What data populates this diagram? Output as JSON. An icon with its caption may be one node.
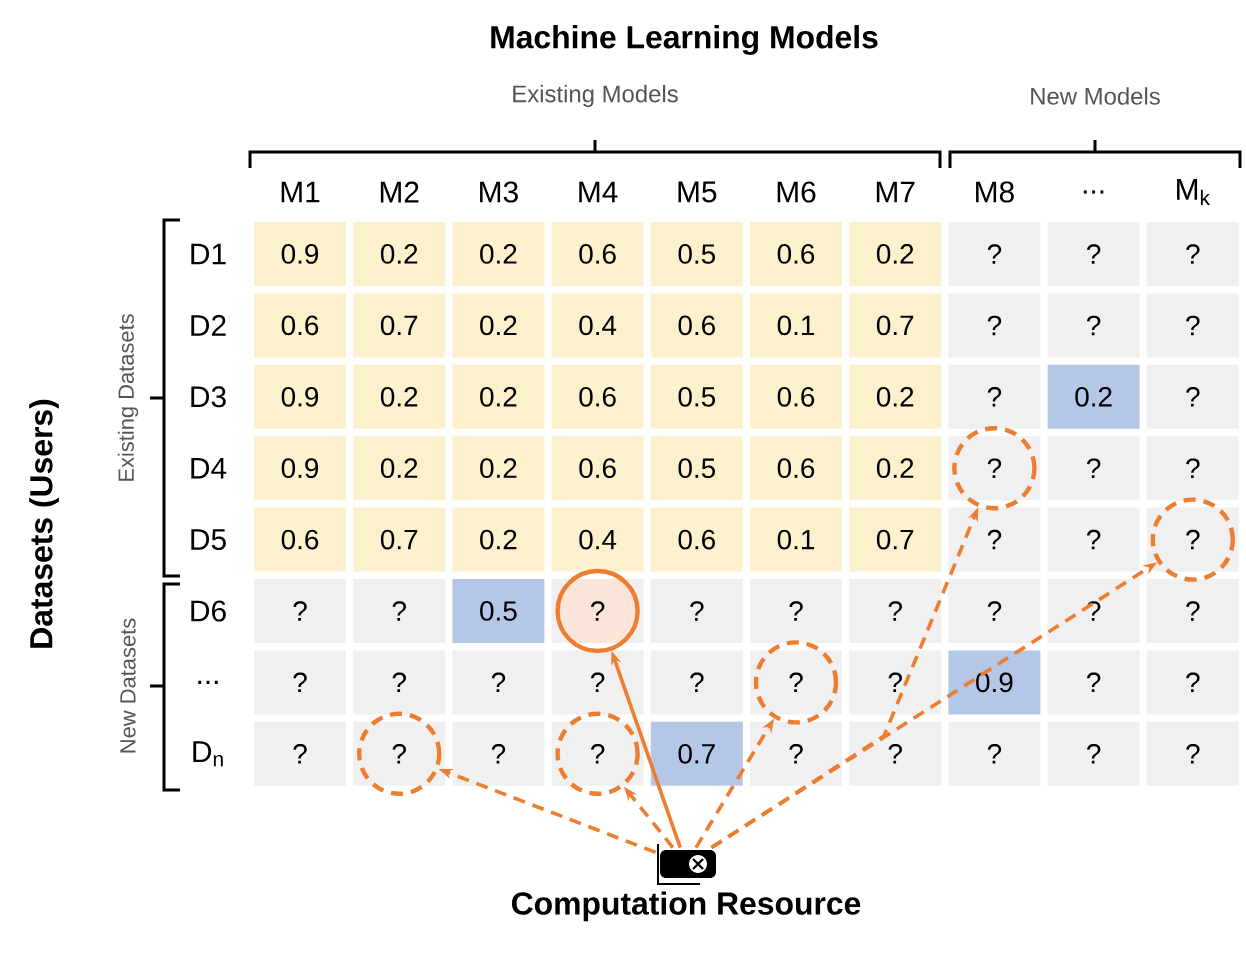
{
  "diagram": {
    "title": "Machine Learning Models",
    "nodes": [
      {
        "text": [],
        "shape": "circle"
      },
      {
        "text": [],
        "shape": "circle"
      },
      {
        "text": [],
        "shape": "circle"
      },
      {
        "text": [],
        "shape": "circle"
      },
      {
        "text": [],
        "shape": "circle"
      },
      {
        "text": [],
        "shape": "circle"
      },
      {
        "text": [
          "Computation Resource"
        ]
      }
    ],
    "edges": [
      {
        "from": 6,
        "to": 2,
        "arrow": "to"
      },
      {
        "from": 6,
        "to": 0,
        "arrow": "to",
        "style": "dashed"
      },
      {
        "from": 6,
        "to": 1,
        "arrow": "to",
        "style": "dashed"
      },
      {
        "from": 6,
        "to": 3,
        "arrow": "to",
        "style": "dashed"
      },
      {
        "from": 6,
        "to": 4,
        "arrow": "to",
        "style": "dashed"
      },
      {
        "from": 6,
        "to": 5,
        "arrow": "to",
        "style": "dashed"
      }
    ],
    "labels": [
      "Existing Models",
      "New Models",
      "M1",
      "M2",
      "M3",
      "M4",
      "M5",
      "M6",
      "M7",
      "M8",
      "...",
      "M$_{k}$",
      "D1",
      "0.9",
      "0.2",
      "0.2",
      "0.6",
      "0.5",
      "0.6",
      "0.2",
      "?",
      "?",
      "?",
      "D2",
      "0.6",
      "0.7",
      "0.2",
      "0.4",
      "0.6",
      "0.1",
      "0.7",
      "?",
      "?",
      "?",
      "D3",
      "0.9",
      "0.2",
      "0.2",
      "0.6",
      "0.5",
      "0.6",
      "0.2",
      "?",
      "0.2",
      "?",
      "D4",
      "0.9",
      "0.2",
      "0.2",
      "0.6",
      "0.5",
      "0.6",
      "0.2",
      "?",
      "?",
      "?",
      "D5",
      "0.6",
      "0.7",
      "0.2",
      "0.4",
      "0.6",
      "0.1",
      "0.7",
      "?",
      "?",
      "?",
      "D6",
      "?",
      "?",
      "0.5",
      "?",
      "?",
      "?",
      "?",
      "?",
      "?",
      "?",
      "...",
      "?",
      "?",
      "?",
      "?",
      "?",
      "?",
      "?",
      "0.9",
      "?",
      "?",
      "D$_{n}$",
      "?",
      "?",
      "?",
      "?",
      "0.7",
      "?",
      "?",
      "?",
      "?",
      "?",
      "Existing Datasets",
      "New Datasets",
      "Datasets (Users)"
    ]
  }
}
